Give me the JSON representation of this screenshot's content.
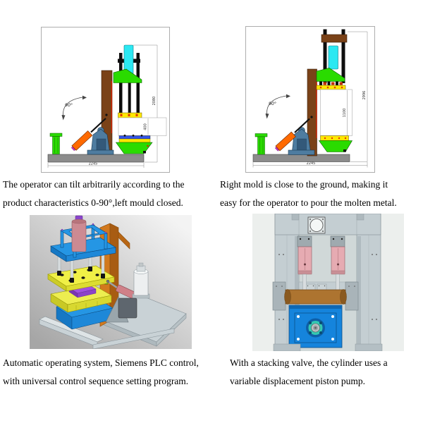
{
  "page": {
    "background": "#ffffff"
  },
  "figures": {
    "top_left": {
      "caption_line1": "The operator can tilt arbitrarily according to the",
      "caption_line2": "product characteristics 0-90°,left mould closed.",
      "dims": {
        "total_height": "2080",
        "mold_opening": "400",
        "base_length": "2245",
        "tilt_angle": "90°"
      }
    },
    "top_right": {
      "caption_line1": "Right mold is close to the ground, making it",
      "caption_line2": "easy for the operator to pour the molten metal.",
      "dims": {
        "total_height": "2996",
        "mold_opening": "1100",
        "base_length": "2245",
        "tilt_angle": "90°"
      }
    },
    "bottom_left": {
      "caption_line1": "Automatic operating system, Siemens PLC control,",
      "caption_line2": "with universal control sequence setting program."
    },
    "bottom_right": {
      "caption_line1": "With a stacking valve, the cylinder uses a",
      "caption_line2": "variable displacement piston pump."
    }
  },
  "colors": {
    "machine_green": "#2ADB00",
    "machine_cyan": "#2BE8F2",
    "machine_orange": "#FF6A00",
    "machine_brown": "#7A4218",
    "support_steel_blue": "#4E7CA0",
    "render_blue": "#1584DC",
    "render_pink": "#E6ABB2",
    "render_salmon": "#D08088",
    "render_purple": "#8A45CC",
    "render_yellow": "#F0F046"
  }
}
